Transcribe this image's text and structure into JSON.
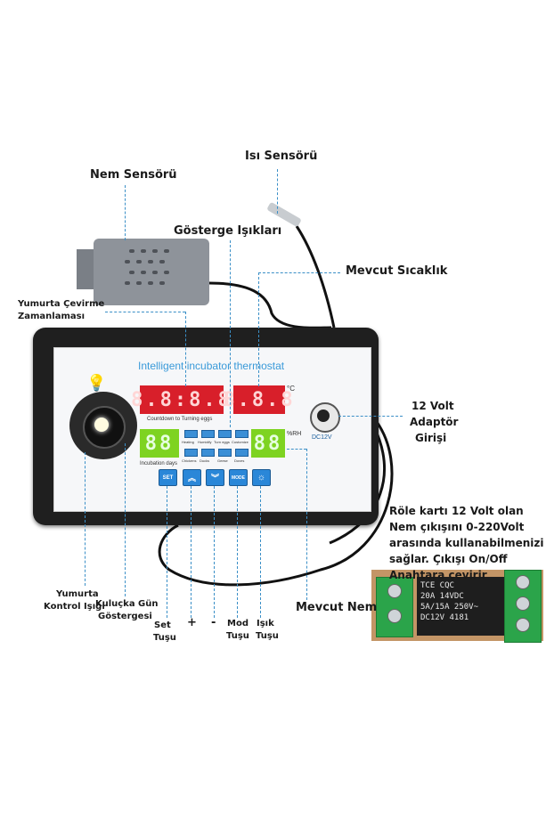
{
  "labels": {
    "nem_sensoru": "Nem Sensörü",
    "isi_sensoru": "Isı Sensörü",
    "gosterge_isiklari": "Gösterge Işıkları",
    "mevcut_sicaklik": "Mevcut Sıcaklık",
    "yumurta_cevirme_1": "Yumurta Çevirme",
    "yumurta_cevirme_2": "Zamanlaması",
    "volt_1": "12 Volt",
    "volt_2": "Adaptör",
    "volt_3": "Girişi",
    "role_1": "Röle kartı 12 Volt olan",
    "role_2": "Nem çıkışını 0-220Volt",
    "role_3": "arasında kullanabilmenizi",
    "role_4": "sağlar. Çıkışı On/Off",
    "role_5": "Anahtara çevirir",
    "yumurta_kontrol_1": "Yumurta",
    "yumurta_kontrol_2": "Kontrol Işığı",
    "kulucka_1": "Kuluçka Gün",
    "kulucka_2": "Göstergesi",
    "set_1": "Set",
    "set_2": "Tuşu",
    "plus": "+",
    "minus": "-",
    "mod_1": "Mod",
    "mod_2": "Tuşu",
    "isik_1": "Işık",
    "isik_2": "Tuşu",
    "mevcut_nem": "Mevcut Nem"
  },
  "device": {
    "title": "Intelligent incubator thermostat",
    "countdown_display": "8.8:8.8",
    "countdown_caption": "Countdown to Turning eggs",
    "temp_display": "8.8.8",
    "temp_unit": "°C",
    "days_display": "88",
    "days_caption": "Incubation days",
    "humidity_display": "88",
    "humidity_unit": "%RH",
    "leds_top": [
      "Heating",
      "Humidify",
      "Turn eggs",
      "Customize"
    ],
    "leds_bottom": [
      "Chickens",
      "Ducks",
      "Geese",
      "Doves"
    ],
    "btn_set": "SET",
    "btn_up": "︽",
    "btn_down": "︾",
    "btn_mode": "MODE",
    "btn_light": "☼",
    "dc_label": "DC12V"
  },
  "relay": {
    "line1": "TCE CQC",
    "line2": "20A    14VDC",
    "line3": "5A/15A  250V~",
    "line4": "DC12V  4181"
  },
  "colors": {
    "leader": "#3a8fc7",
    "display_red": "#d81f2a",
    "display_green": "#7ed321",
    "button_blue": "#2a87d8",
    "terminal_green": "#2ba44a"
  }
}
